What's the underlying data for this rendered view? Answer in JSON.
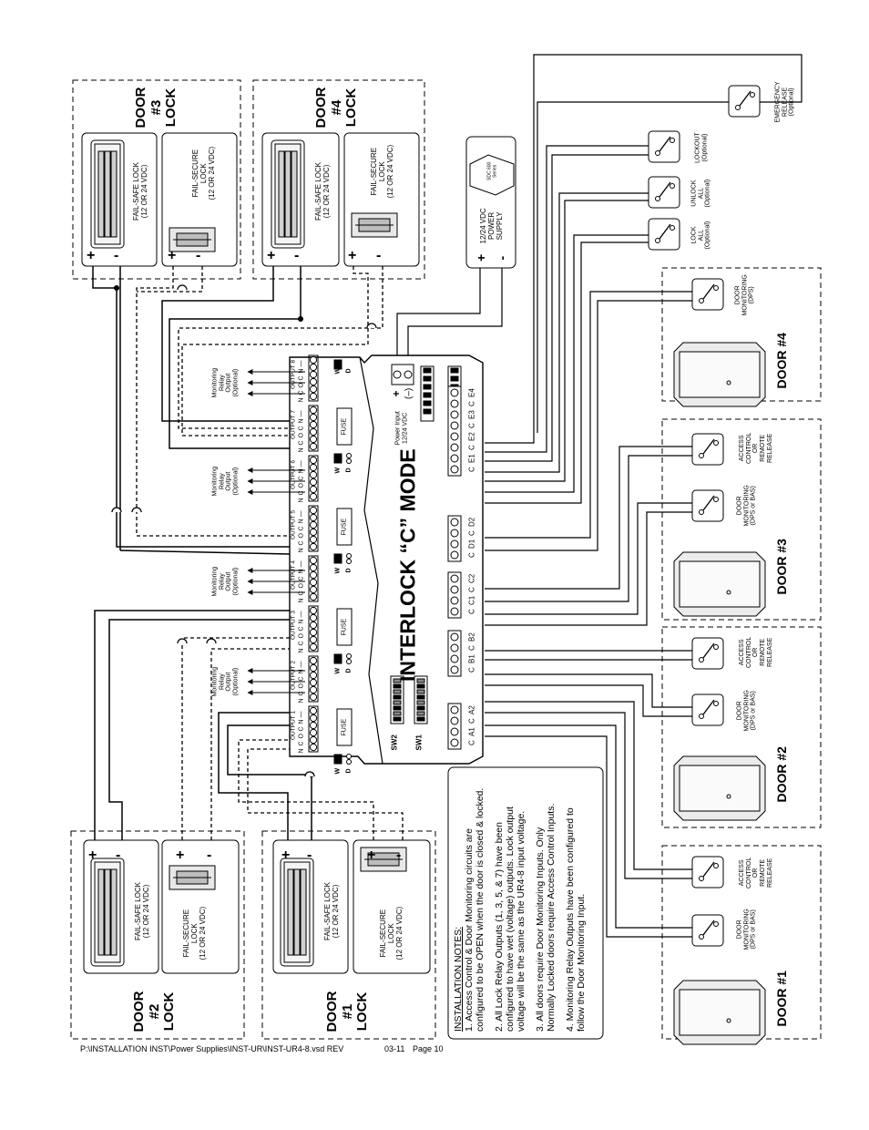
{
  "title": "INTERLOCK “C” MODE",
  "doors": {
    "d1_label": "DOOR #1",
    "d2_label": "DOOR #2",
    "d3_label": "DOOR #3",
    "d4_label": "DOOR #4",
    "lock1": [
      "DOOR",
      "#1",
      "LOCK"
    ],
    "lock2": [
      "DOOR",
      "#2",
      "LOCK"
    ],
    "lock3": [
      "DOOR",
      "#3",
      "LOCK"
    ],
    "lock4": [
      "DOOR",
      "#4",
      "LOCK"
    ]
  },
  "locks": {
    "fail_safe": [
      "FAIL-SAFE LOCK",
      "(12 OR 24 VDC)"
    ],
    "fail_secure": [
      "FAIL-SECURE",
      "LOCK",
      "(12 OR 24 VDC)"
    ],
    "plus": "+",
    "minus": "-"
  },
  "switches": {
    "door_monitoring": [
      "DOOR",
      "MONITORING",
      "(DPS or BAS)"
    ],
    "door_monitoring_dps": [
      "DOOR",
      "MONITORING",
      "(DPS)"
    ],
    "access_control": [
      "ACCESS",
      "CONTROL",
      "OR",
      "REMOTE",
      "RELEASE"
    ],
    "lock_all": [
      "LOCK",
      "ALL",
      "(Optional)"
    ],
    "unlock_all": [
      "UNLOCK",
      "ALL",
      "(Optional)"
    ],
    "lockout": [
      "LOCKOUT",
      "(Optional)"
    ],
    "emergency": [
      "EMERGENCY",
      "RELEASE",
      "(Optional)"
    ]
  },
  "power_supply": {
    "label": [
      "12/24 VDC",
      "POWER",
      "SUPPLY"
    ],
    "module": [
      "SDC 600",
      "Series"
    ],
    "plus": "+",
    "minus": "-"
  },
  "board": {
    "outputs": [
      "OUTPUT 1",
      "OUTPUT 2",
      "OUTPUT 3",
      "OUTPUT 4",
      "OUTPUT 5",
      "OUTPUT 6",
      "OUTPUT 7",
      "OUTPUT 8"
    ],
    "terminal_seq": "N C O C N C",
    "pin_labels": [
      "—",
      "N",
      "C",
      "O",
      "C",
      "N"
    ],
    "monitoring_relay": [
      "Monitoring",
      "Relay",
      "Output",
      "(Optional)"
    ],
    "fuse": "FUSE",
    "jumper_w": "W",
    "jumper_d": "D",
    "power_input": [
      "Power Input",
      "12/24 VDC"
    ],
    "power_plus": "+",
    "power_minus": "(–)",
    "sw1": "SW1",
    "sw2": "SW2",
    "input_groups": [
      [
        "C",
        "A1",
        "C",
        "A2"
      ],
      [
        "C",
        "B1",
        "C",
        "B2"
      ],
      [
        "C",
        "C1",
        "C",
        "C2"
      ],
      [
        "C",
        "D1",
        "C",
        "D2"
      ],
      [
        "C",
        "E1",
        "C",
        "E2",
        "C",
        "E3",
        "C",
        "E4"
      ]
    ]
  },
  "notes": {
    "heading": "INSTALLATION NOTES:",
    "n1": [
      "1.  Access Control & Door Monitoring circuits are",
      "configured to be OPEN when the door is closed & locked."
    ],
    "n2": [
      "2.  All Lock Relay Outputs (1, 3, 5, & 7) have been",
      "configured to have wet (voltage) outputs.  Lock output",
      "voltage will be the same as the UR4-8 input voltage."
    ],
    "n3": [
      "3.  All doors require Door Monitoring Inputs.  Only",
      "Normally Locked doors require Access Control Inputs."
    ],
    "n4": [
      "4.  Monitoring Relay Outputs have been configured to",
      "follow the Door Monitoring Input."
    ]
  },
  "footer": {
    "path": "P:\\INSTALLATION INST\\Power Supplies\\INST-UR\\INST-UR4-8.vsd     REV",
    "date": "03-11",
    "page": "Page 10"
  }
}
